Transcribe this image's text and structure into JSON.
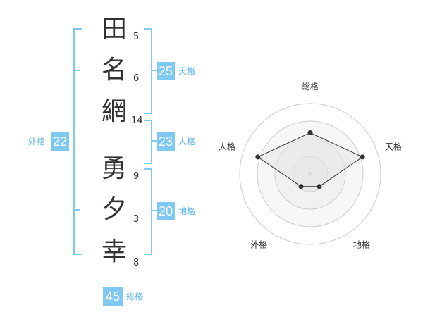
{
  "name": {
    "surname": [
      {
        "char": "田",
        "strokes": "5"
      },
      {
        "char": "名",
        "strokes": "6"
      },
      {
        "char": "網",
        "strokes": "14"
      }
    ],
    "given": [
      {
        "char": "勇",
        "strokes": "9"
      },
      {
        "char": "夕",
        "strokes": "3"
      },
      {
        "char": "幸",
        "strokes": "8"
      }
    ]
  },
  "fortunes": {
    "tenkaku": {
      "value": "25",
      "label": "天格"
    },
    "jinkaku": {
      "value": "23",
      "label": "人格"
    },
    "chikaku": {
      "value": "20",
      "label": "地格"
    },
    "gaikaku": {
      "value": "22",
      "label": "外格"
    },
    "soukaku": {
      "value": "45",
      "label": "総格"
    }
  },
  "chart_data": {
    "type": "radar",
    "axes": [
      "総格",
      "天格",
      "地格",
      "外格",
      "人格"
    ],
    "values": [
      4,
      5,
      1,
      1,
      5
    ],
    "max": 5,
    "rings": 4
  },
  "colors": {
    "accent": "#7ec8f2",
    "label": "#55b3ea"
  }
}
